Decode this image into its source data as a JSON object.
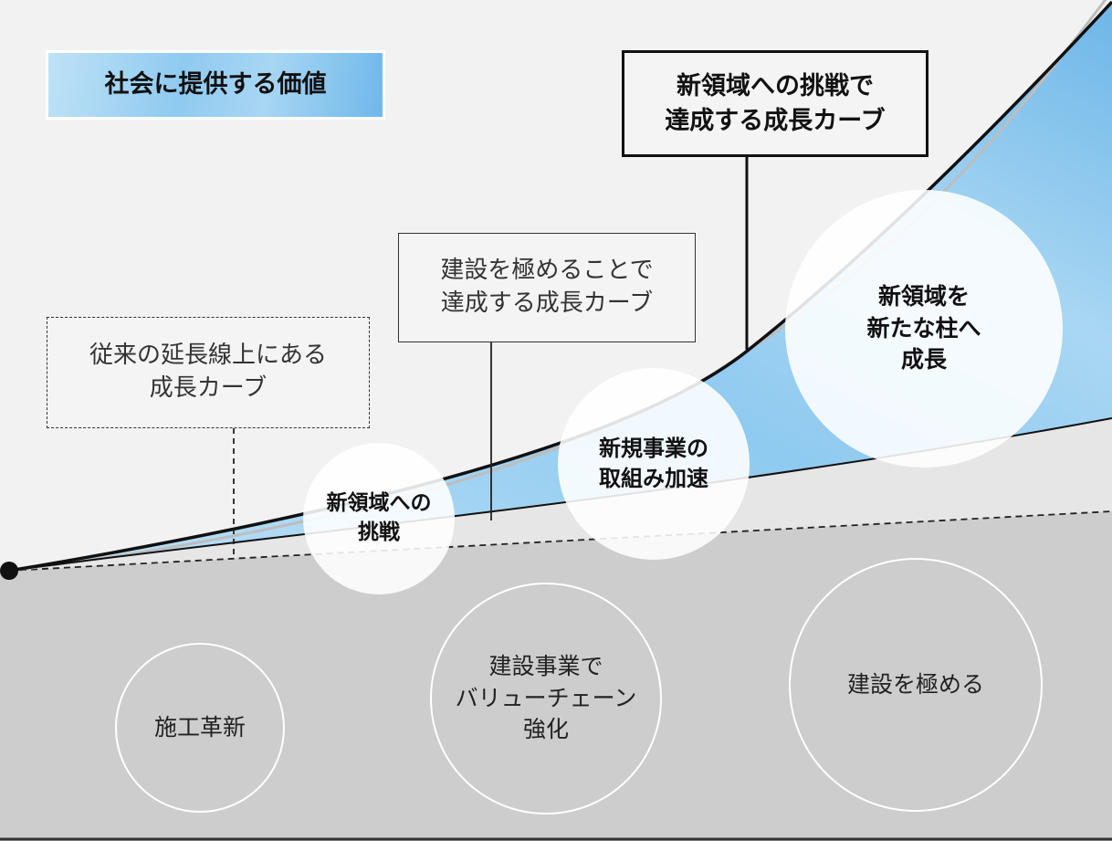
{
  "title": "社会に提供する価値",
  "labels": {
    "new_domain_curve": "新領域への挑戦で\n達成する成長カーブ",
    "mastery_curve": "建設を極めることで\n達成する成長カーブ",
    "conventional_curve": "従来の延長線上にある\n成長カーブ"
  },
  "upper_circles": {
    "challenge": "新領域への\n挑戦",
    "accelerate": "新規事業の\n取組み加速",
    "pillar": "新領域を\n新たな柱へ\n成長"
  },
  "lower_circles": {
    "construction_innovation": "施工革新",
    "value_chain": "建設事業で\nバリューチェーン\n強化",
    "mastery": "建設を極める"
  },
  "colors": {
    "background": "#f2f2f2",
    "middle_band": "#e6e6e6",
    "lower_band": "#cdcdcd",
    "blue_area": "#8fcaf0",
    "dark_line": "#111111",
    "gray_line": "#b8b8b8"
  }
}
